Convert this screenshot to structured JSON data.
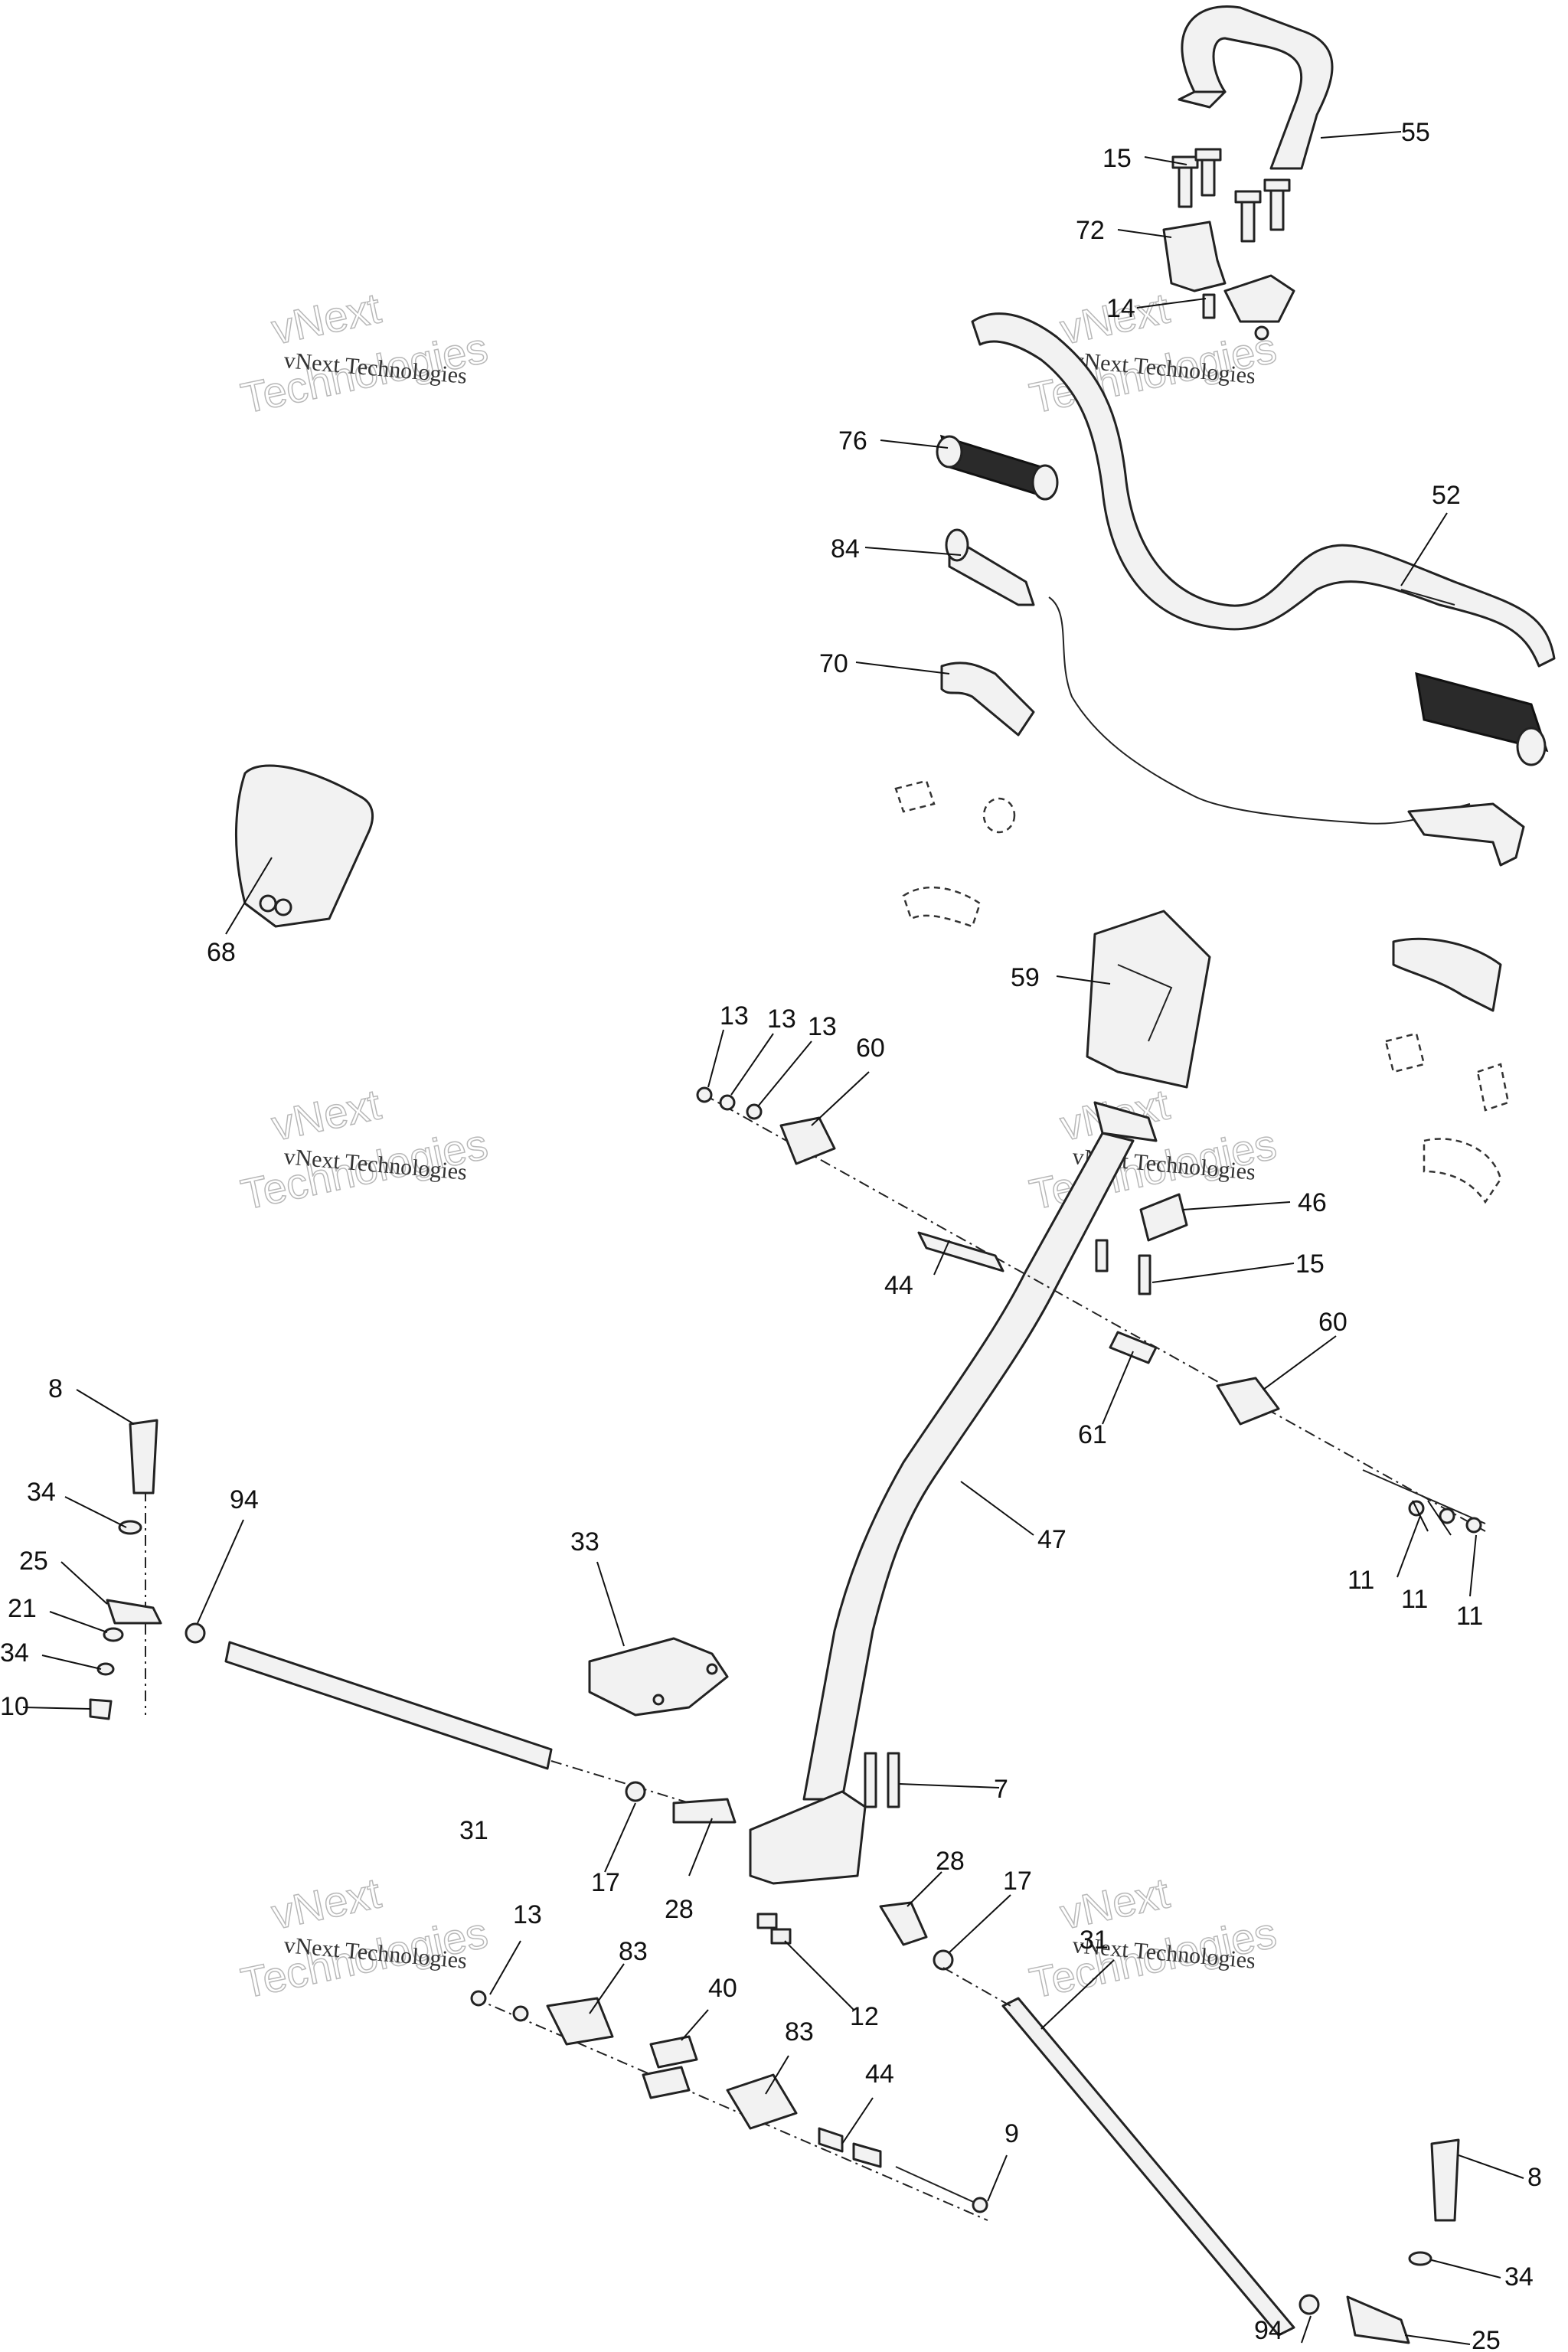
{
  "watermark": {
    "small_text": "vNext Technologies",
    "big_top": "vNext",
    "big_bottom": "Technologies"
  },
  "callouts": {
    "c55": "55",
    "c15a": "15",
    "c72": "72",
    "c14": "14",
    "c76": "76",
    "c52": "52",
    "c84": "84",
    "c70": "70",
    "c68": "68",
    "c59": "59",
    "c13a": "13",
    "c13b": "13",
    "c13c": "13",
    "c60a": "60",
    "c46": "46",
    "c15b": "15",
    "c44a": "44",
    "c60b": "60",
    "c61": "61",
    "c8a": "8",
    "c34a": "34",
    "c94a": "94",
    "c25a": "25",
    "c21": "21",
    "c34b": "34",
    "c10": "10",
    "c33": "33",
    "c47": "47",
    "c11a": "11",
    "c11b": "11",
    "c11c": "11",
    "c31a": "31",
    "c17a": "17",
    "c28a": "28",
    "c7": "7",
    "c28b": "28",
    "c17b": "17",
    "c12": "12",
    "c13d": "13",
    "c83a": "83",
    "c40": "40",
    "c83b": "83",
    "c44b": "44",
    "c9": "9",
    "c31b": "31",
    "c8b": "8",
    "c34c": "34",
    "c94b": "94",
    "c25b": "25"
  }
}
